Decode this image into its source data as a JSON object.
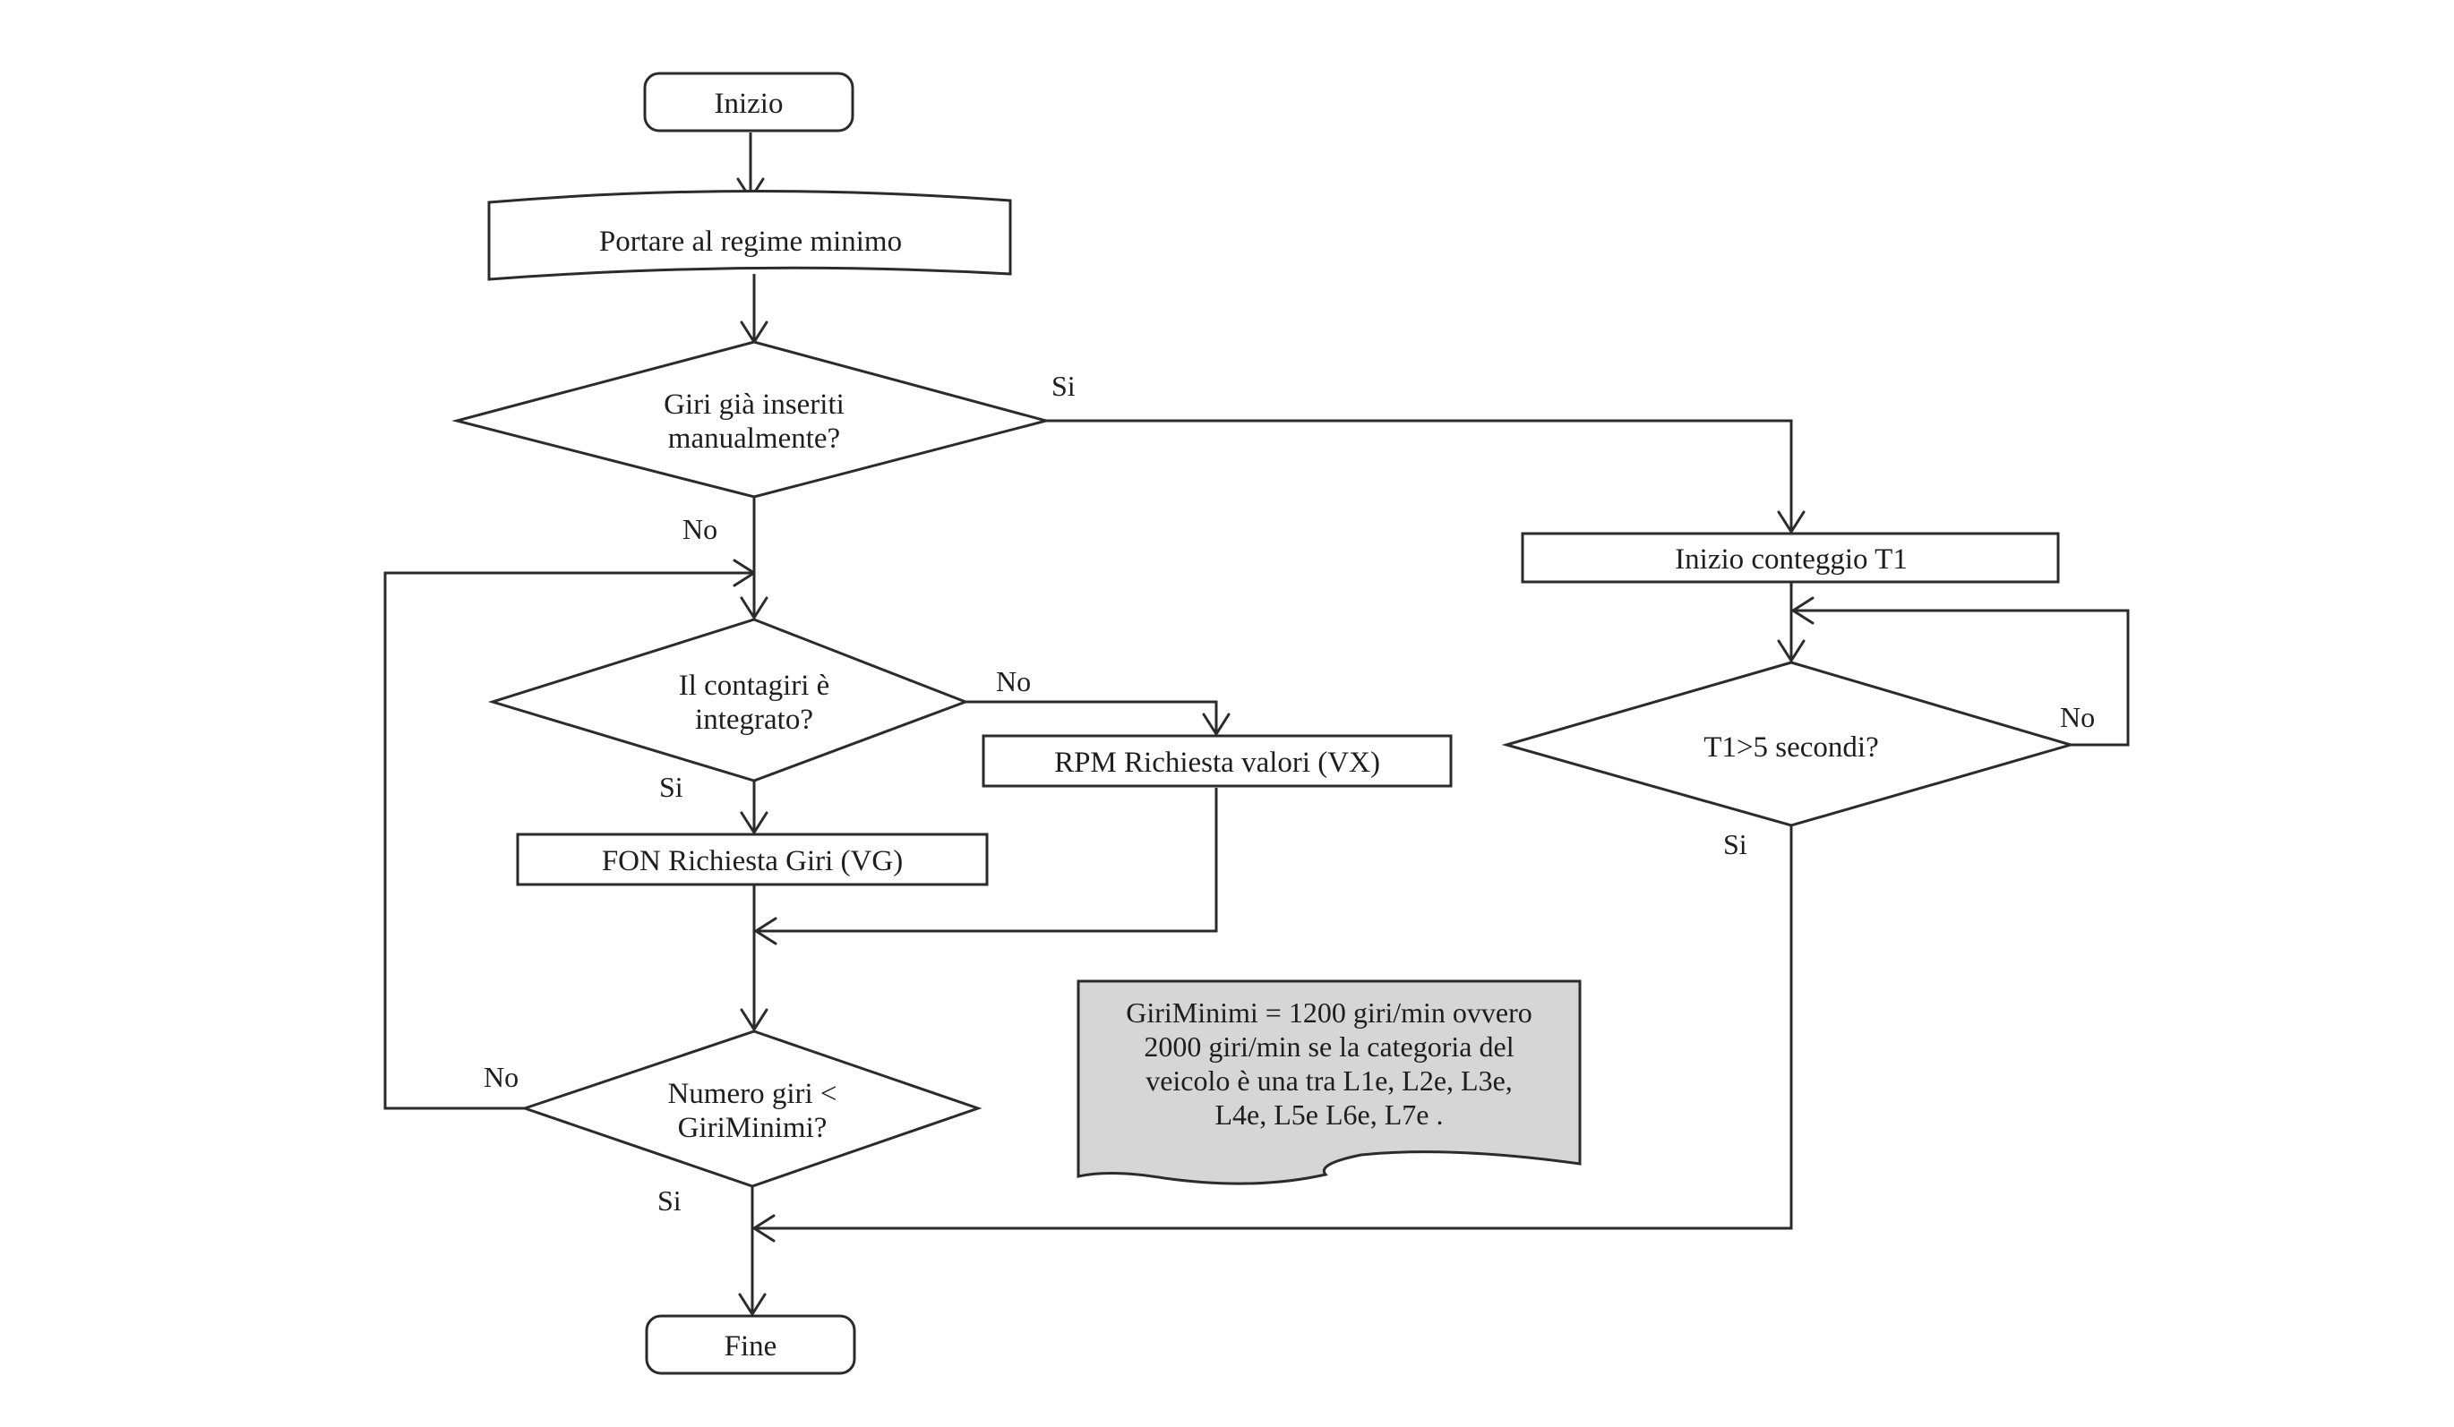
{
  "nodes": {
    "start": "Inizio",
    "idle": "Portare al regime minimo",
    "q_manual_1": "Giri già inseriti",
    "q_manual_2": "manualmente?",
    "q_integrated_1": "Il contagiri è",
    "q_integrated_2": "integrato?",
    "rpm": "RPM Richiesta valori (VX)",
    "fon": "FON Richiesta Giri (VG)",
    "q_min_1": "Numero giri <",
    "q_min_2": "GiriMinimi?",
    "t1_start": "Inizio conteggio T1",
    "q_t1": "T1>5 secondi?",
    "end": "Fine"
  },
  "labels": {
    "manual_yes": "Si",
    "manual_no": "No",
    "integrated_no": "No",
    "integrated_yes": "Si",
    "min_no": "No",
    "min_yes": "Si",
    "t1_no": "No",
    "t1_yes": "Si"
  },
  "note": {
    "lines": [
      "GiriMinimi = 1200 giri/min ovvero",
      "2000 giri/min se la categoria del",
      "veicolo è una tra L1e, L2e, L3e,",
      "L4e, L5e L6e, L7e ."
    ]
  }
}
